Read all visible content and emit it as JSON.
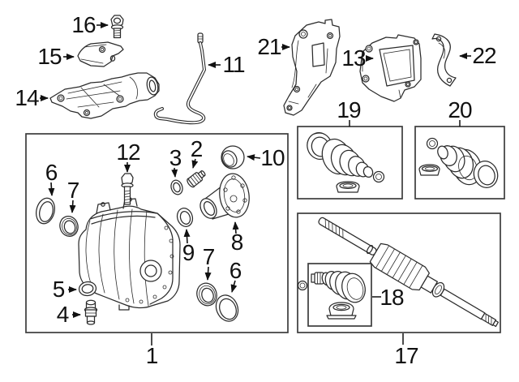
{
  "diagram": {
    "type": "exploded-parts-diagram",
    "colors": {
      "background": "#ffffff",
      "line_art": "#2b2b2b",
      "box_border": "#3c3c3c",
      "callout_text": "#111111"
    },
    "callouts": {
      "n1": "1",
      "n2": "2",
      "n3": "3",
      "n4": "4",
      "n5": "5",
      "n6": "6",
      "n7": "7",
      "n8": "8",
      "n9": "9",
      "n10": "10",
      "n11": "11",
      "n12": "12",
      "n13": "13",
      "n14": "14",
      "n15": "15",
      "n16": "16",
      "n17": "17",
      "n18": "18",
      "n19": "19",
      "n20": "20",
      "n21": "21",
      "n22": "22"
    },
    "boxed_groups": [
      {
        "callout": "1",
        "contains": [
          "2",
          "3",
          "4",
          "5",
          "6",
          "7",
          "8",
          "9",
          "10",
          "12"
        ]
      },
      {
        "callout": "17",
        "contains": [
          "18"
        ]
      },
      {
        "callout": "19",
        "contains": []
      },
      {
        "callout": "20",
        "contains": []
      }
    ]
  }
}
